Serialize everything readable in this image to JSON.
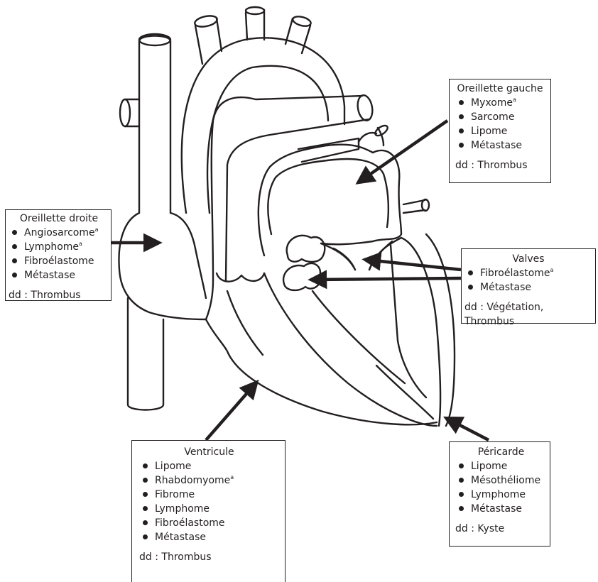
{
  "boxes": {
    "oreillette_gauche": {
      "title": "Oreillette gauche",
      "items": [
        "Myxome",
        "Sarcome",
        "Lipome",
        "Métastase"
      ],
      "sup_item_0": "a",
      "dd": "dd : Thrombus"
    },
    "oreillette_droite": {
      "title": "Oreillette droite",
      "items": [
        "Angiosarcome",
        "Lymphome",
        "Fibroélastome",
        "Métastase"
      ],
      "sup_item_0": "a",
      "sup_item_1": "a",
      "dd": "dd : Thrombus"
    },
    "valves": {
      "title": "Valves",
      "items": [
        "Fibroélastome",
        "Métastase"
      ],
      "sup_item_0": "a",
      "dd": "dd : Végétation, Thrombus"
    },
    "ventricule": {
      "title": "Ventricule",
      "items": [
        "Lipome",
        "Rhabdomyome",
        "Fibrome",
        "Lymphome",
        "Fibroélastome",
        "Métastase"
      ],
      "sup_item_1": "a",
      "dd": "dd : Thrombus"
    },
    "pericarde": {
      "title": "Péricarde",
      "items": [
        "Lipome",
        "Mésothéliome",
        "Lymphome",
        "Métastase"
      ],
      "dd": "dd : Kyste"
    }
  },
  "colors": {
    "ink": "#231f20",
    "background": "#ffffff"
  }
}
